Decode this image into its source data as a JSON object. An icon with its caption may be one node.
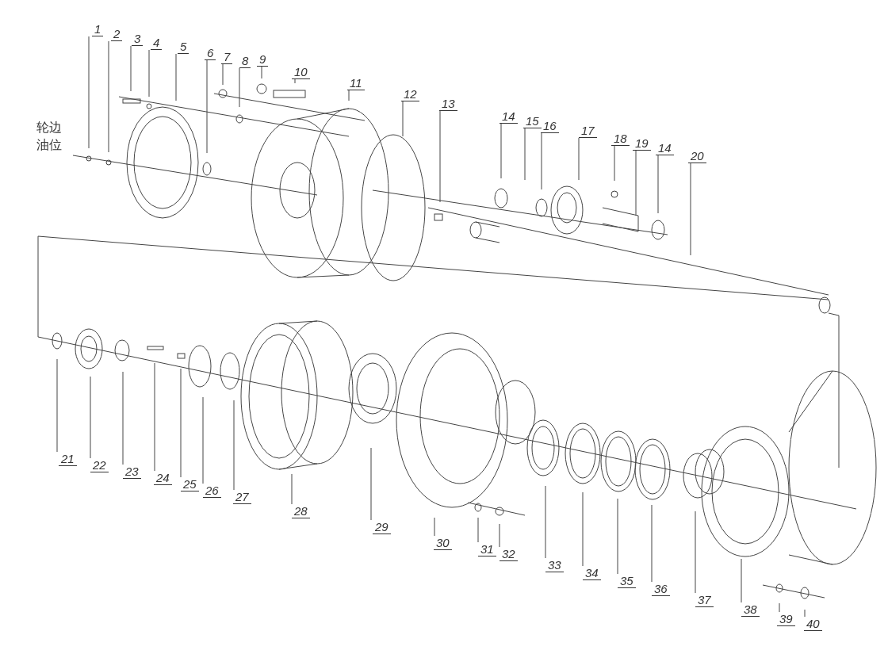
{
  "diagram": {
    "nodes": [
      {
        "text": [
          "1"
        ]
      },
      {
        "text": [
          "2"
        ]
      },
      {
        "text": [
          "3"
        ]
      },
      {
        "text": [
          "4"
        ]
      },
      {
        "text": [
          "5"
        ]
      },
      {
        "text": [
          "6"
        ]
      },
      {
        "text": [
          "7"
        ]
      },
      {
        "text": [
          "8"
        ]
      },
      {
        "text": [
          "9"
        ]
      },
      {
        "text": [
          "10"
        ]
      },
      {
        "text": [
          "11"
        ]
      },
      {
        "text": [
          "12"
        ]
      },
      {
        "text": [
          "13"
        ]
      },
      {
        "text": [
          "14"
        ]
      },
      {
        "text": [
          "15"
        ]
      },
      {
        "text": [
          "16"
        ]
      },
      {
        "text": [
          "17"
        ]
      },
      {
        "text": [
          "18"
        ]
      },
      {
        "text": [
          "19"
        ]
      },
      {
        "text": [
          "14"
        ]
      },
      {
        "text": [
          "20"
        ]
      },
      {
        "text": [
          "21"
        ]
      },
      {
        "text": [
          "22"
        ]
      },
      {
        "text": [
          "23"
        ]
      },
      {
        "text": [
          "24"
        ]
      },
      {
        "text": [
          "25"
        ]
      },
      {
        "text": [
          "26"
        ]
      },
      {
        "text": [
          "27"
        ]
      },
      {
        "text": [
          "28"
        ]
      },
      {
        "text": [
          "29"
        ]
      },
      {
        "text": [
          "30"
        ]
      },
      {
        "text": [
          "31"
        ]
      },
      {
        "text": [
          "32"
        ]
      },
      {
        "text": [
          "33"
        ]
      },
      {
        "text": [
          "34"
        ]
      },
      {
        "text": [
          "35"
        ]
      },
      {
        "text": [
          "36"
        ]
      },
      {
        "text": [
          "37"
        ]
      },
      {
        "text": [
          "38"
        ]
      },
      {
        "text": [
          "39"
        ]
      },
      {
        "text": [
          "40"
        ]
      }
    ],
    "edges": [
      {
        "from": 0,
        "to": null,
        "arrow": "none"
      },
      {
        "from": 1,
        "to": null,
        "arrow": "none"
      },
      {
        "from": 2,
        "to": null,
        "arrow": "none"
      },
      {
        "from": 3,
        "to": null,
        "arrow": "none"
      },
      {
        "from": 4,
        "to": null,
        "arrow": "none"
      },
      {
        "from": 5,
        "to": null,
        "arrow": "none"
      },
      {
        "from": 6,
        "to": null,
        "arrow": "none"
      },
      {
        "from": 7,
        "to": null,
        "arrow": "none"
      },
      {
        "from": 8,
        "to": null,
        "arrow": "none"
      },
      {
        "from": 9,
        "to": null,
        "arrow": "none"
      },
      {
        "from": 10,
        "to": null,
        "arrow": "none"
      },
      {
        "from": 11,
        "to": null,
        "arrow": "none"
      },
      {
        "from": 12,
        "to": null,
        "arrow": "none"
      },
      {
        "from": 13,
        "to": null,
        "arrow": "none"
      },
      {
        "from": 14,
        "to": null,
        "arrow": "none"
      },
      {
        "from": 15,
        "to": null,
        "arrow": "none"
      },
      {
        "from": 16,
        "to": null,
        "arrow": "none"
      },
      {
        "from": 17,
        "to": null,
        "arrow": "none"
      },
      {
        "from": 18,
        "to": null,
        "arrow": "none"
      },
      {
        "from": 19,
        "to": null,
        "arrow": "none"
      },
      {
        "from": 20,
        "to": null,
        "arrow": "none"
      },
      {
        "from": 21,
        "to": null,
        "arrow": "none"
      },
      {
        "from": 22,
        "to": null,
        "arrow": "none"
      },
      {
        "from": 23,
        "to": null,
        "arrow": "none"
      },
      {
        "from": 24,
        "to": null,
        "arrow": "none"
      },
      {
        "from": 25,
        "to": null,
        "arrow": "none"
      },
      {
        "from": 26,
        "to": null,
        "arrow": "none"
      },
      {
        "from": 27,
        "to": null,
        "arrow": "none"
      },
      {
        "from": 28,
        "to": null,
        "arrow": "none"
      },
      {
        "from": 29,
        "to": null,
        "arrow": "none"
      },
      {
        "from": 30,
        "to": null,
        "arrow": "none"
      },
      {
        "from": 31,
        "to": null,
        "arrow": "none"
      },
      {
        "from": 32,
        "to": null,
        "arrow": "none"
      },
      {
        "from": 33,
        "to": null,
        "arrow": "none"
      },
      {
        "from": 34,
        "to": null,
        "arrow": "none"
      },
      {
        "from": 35,
        "to": null,
        "arrow": "none"
      },
      {
        "from": 36,
        "to": null,
        "arrow": "none"
      },
      {
        "from": 37,
        "to": null,
        "arrow": "none"
      },
      {
        "from": 38,
        "to": null,
        "arrow": "none"
      },
      {
        "from": 39,
        "to": null,
        "arrow": "none"
      },
      {
        "from": 40,
        "to": null,
        "arrow": "none"
      }
    ],
    "labels": [
      "轮边油位"
    ]
  }
}
